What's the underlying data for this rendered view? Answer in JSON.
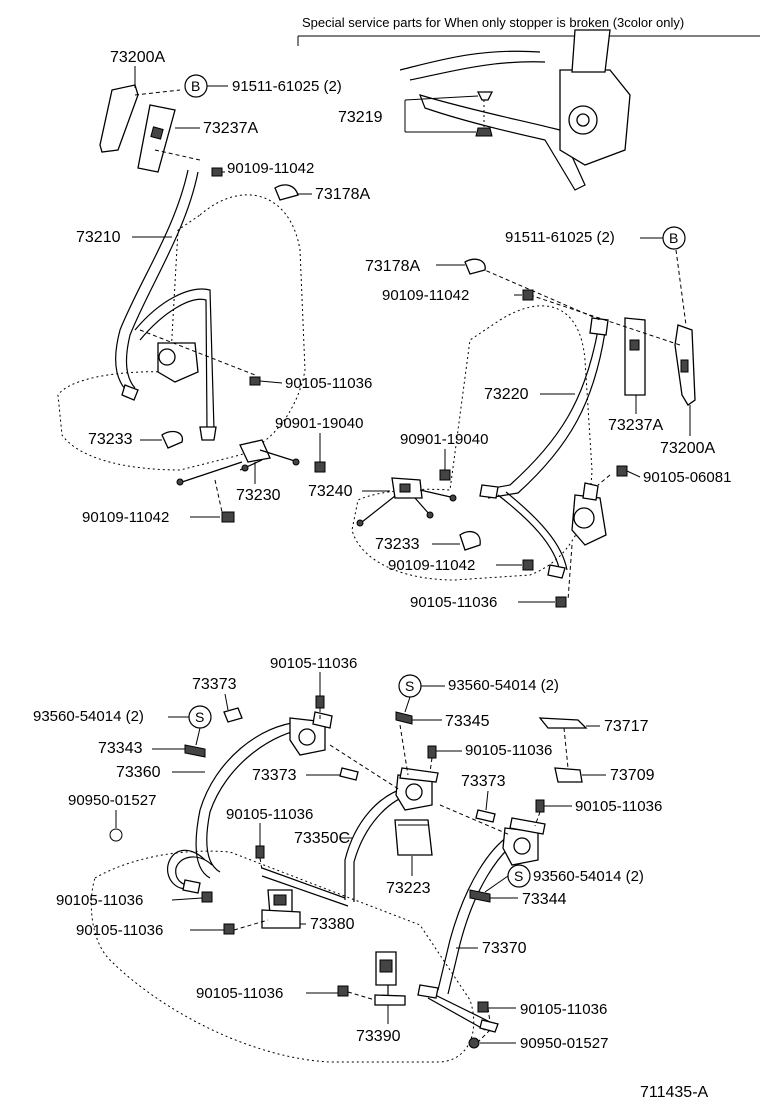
{
  "header_note": "Special service parts for When only stopper is broken (3color only)",
  "figure_id": "711435-A",
  "symbols": {
    "b": "B",
    "s": "S"
  },
  "labels": {
    "p73200A_top": "73200A",
    "p91511_top": "91511-61025 (2)",
    "p73237A_top": "73237A",
    "p73219": "73219",
    "p90109_top": "90109-11042",
    "p73178A_top": "73178A",
    "p73210": "73210",
    "p91511_right": "91511-61025 (2)",
    "p73178A_right": "73178A",
    "p90109_right": "90109-11042",
    "p90105_left": "90105-11036",
    "p73220": "73220",
    "p73237A_right": "73237A",
    "p73200A_right": "73200A",
    "p90901_left": "90901-19040",
    "p73233_left": "73233",
    "p90901_right": "90901-19040",
    "p90105_06081": "90105-06081",
    "p73230": "73230",
    "p73240": "73240",
    "p90109_bottom_left": "90109-11042",
    "p73233_right": "73233",
    "p90109_bottom_right": "90109-11042",
    "p90105_mid": "90105-11036",
    "r_90105_top": "90105-11036",
    "r_73373_a": "73373",
    "r_93560_right": "93560-54014 (2)",
    "r_93560_left": "93560-54014 (2)",
    "r_73345": "73345",
    "r_73717": "73717",
    "r_73343": "73343",
    "r_90105_b": "90105-11036",
    "r_73360": "73360",
    "r_73373_b": "73373",
    "r_73709": "73709",
    "r_90950_top": "90950-01527",
    "r_73373_c": "73373",
    "r_90105_c": "90105-11036",
    "r_90105_d": "90105-11036",
    "r_73350C": "73350C",
    "r_93560_mid": "93560-54014 (2)",
    "r_73223": "73223",
    "r_90105_e": "90105-11036",
    "r_73344": "73344",
    "r_90105_f": "90105-11036",
    "r_73380": "73380",
    "r_73370": "73370",
    "r_90105_g": "90105-11036",
    "r_90105_h": "90105-11036",
    "r_73390": "73390",
    "r_90950_bottom": "90950-01527"
  }
}
